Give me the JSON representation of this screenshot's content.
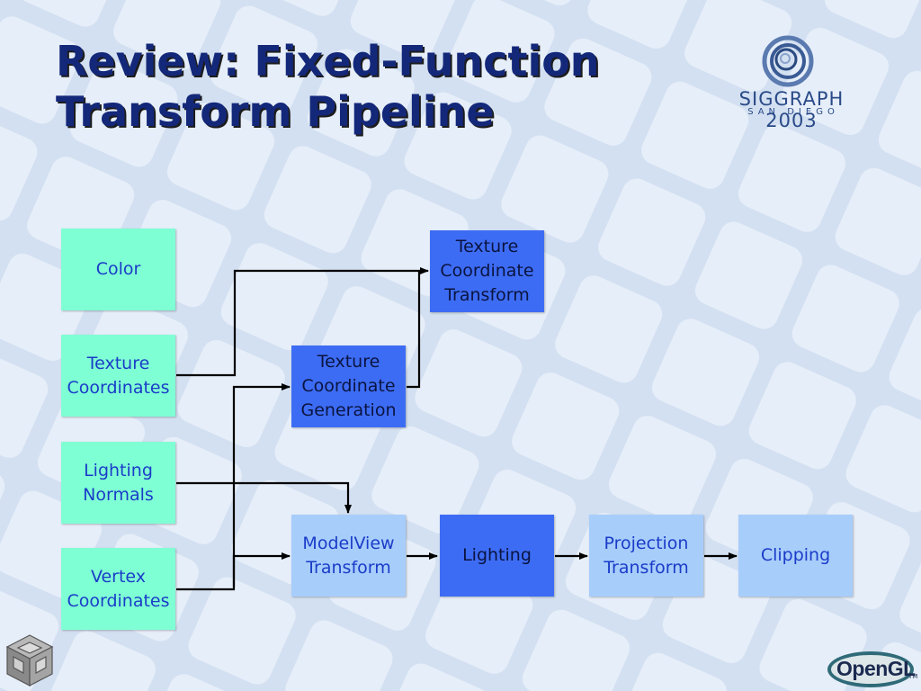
{
  "slide": {
    "title_lines": [
      "Review: Fixed-Function",
      "Transform Pipeline"
    ]
  },
  "logos": {
    "siggraph": "SIGGRAPH 2003",
    "siggraph_location": "SAN DIEGO",
    "opengl": "OpenGL",
    "opengl_tm": "TM"
  },
  "diagram": {
    "nodes": {
      "color": "Color",
      "texture_coordinates": "Texture\nCoordinates",
      "lighting_normals": "Lighting\nNormals",
      "vertex_coordinates": "Vertex\nCoordinates",
      "texgen": "Texture\nCoordinate\nGeneration",
      "texture_transform": "Texture\nCoordinate\nTransform",
      "modelview": "ModelView\nTransform",
      "lighting": "Lighting",
      "projection": "Projection\nTransform",
      "clipping": "Clipping"
    },
    "colors": {
      "input_fill": "#7fffd4",
      "stage_dark_fill": "#3d6cf4",
      "stage_light_fill": "#a7cdfb",
      "text_blue": "#1a3cc8",
      "wire": "#000000",
      "title": "#14287a",
      "background": "#dfe9f6"
    }
  }
}
